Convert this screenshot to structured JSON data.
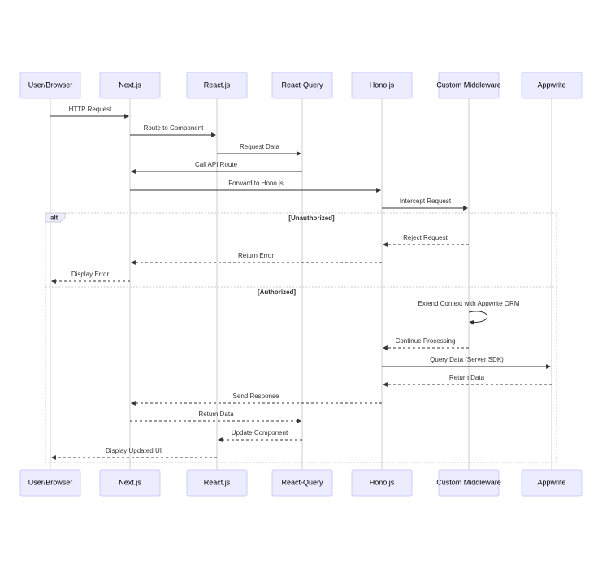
{
  "actors": [
    {
      "id": "user",
      "label": "User/Browser"
    },
    {
      "id": "next",
      "label": "Next.js"
    },
    {
      "id": "react",
      "label": "React.js"
    },
    {
      "id": "rq",
      "label": "React-Query"
    },
    {
      "id": "hono",
      "label": "Hono.js"
    },
    {
      "id": "mw",
      "label": "Custom Middleware"
    },
    {
      "id": "aw",
      "label": "Appwrite"
    }
  ],
  "messages": [
    {
      "from": "user",
      "to": "next",
      "label": "HTTP Request",
      "style": "solid"
    },
    {
      "from": "next",
      "to": "react",
      "label": "Route to Component",
      "style": "solid"
    },
    {
      "from": "react",
      "to": "rq",
      "label": "Request Data",
      "style": "solid"
    },
    {
      "from": "rq",
      "to": "next",
      "label": "Call API Route",
      "style": "solid"
    },
    {
      "from": "next",
      "to": "hono",
      "label": "Forward to Hono.js",
      "style": "solid"
    },
    {
      "from": "hono",
      "to": "mw",
      "label": "Intercept Request",
      "style": "solid"
    },
    {
      "from": "mw",
      "to": "hono",
      "label": "Reject Request",
      "style": "dashed"
    },
    {
      "from": "hono",
      "to": "next",
      "label": "Return Error",
      "style": "dashed"
    },
    {
      "from": "next",
      "to": "user",
      "label": "Display Error",
      "style": "dashed"
    },
    {
      "from": "mw",
      "to": "mw",
      "label": "Extend Context with Appwrite ORM",
      "style": "solid"
    },
    {
      "from": "mw",
      "to": "hono",
      "label": "Continue Processing",
      "style": "dashed"
    },
    {
      "from": "hono",
      "to": "aw",
      "label": "Query Data (Server SDK)",
      "style": "solid"
    },
    {
      "from": "aw",
      "to": "hono",
      "label": "Return Data",
      "style": "dashed"
    },
    {
      "from": "hono",
      "to": "next",
      "label": "Send Response",
      "style": "dashed"
    },
    {
      "from": "next",
      "to": "rq",
      "label": "Return Data",
      "style": "dashed"
    },
    {
      "from": "rq",
      "to": "react",
      "label": "Update Component",
      "style": "dashed"
    },
    {
      "from": "react",
      "to": "user",
      "label": "Display Updated UI",
      "style": "dashed"
    }
  ],
  "alt_block": {
    "tag": "alt",
    "sections": [
      {
        "condition": "[Unauthorized]"
      },
      {
        "condition": "[Authorized]"
      }
    ]
  },
  "colors": {
    "actor_fill": "#ececff",
    "actor_stroke": "#ccccff",
    "line": "#333333",
    "lifeline": "#cccccc"
  }
}
